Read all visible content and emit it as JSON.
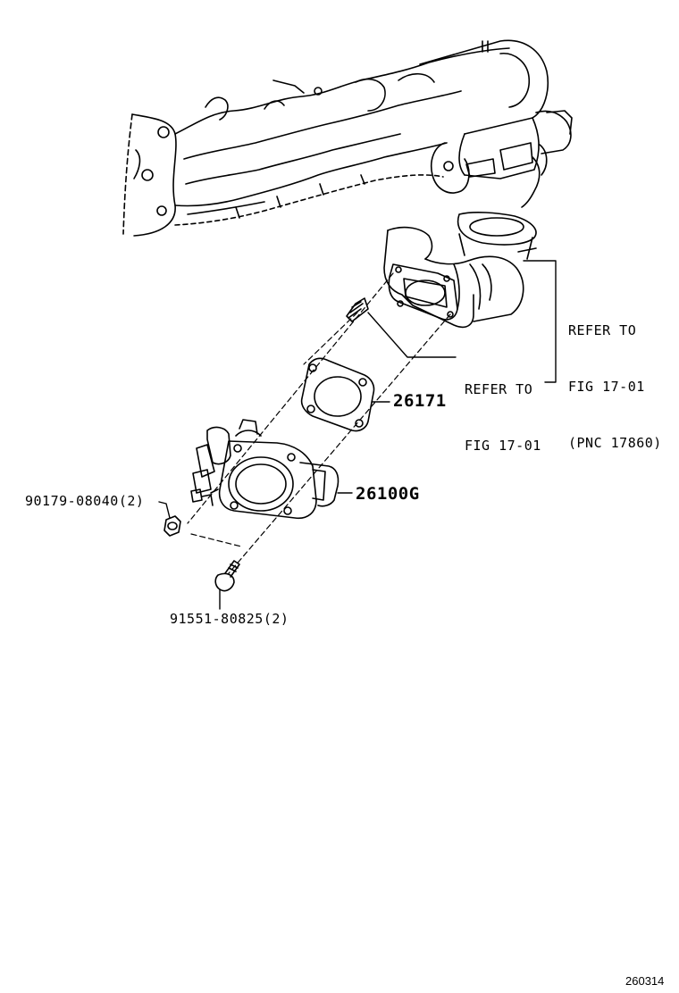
{
  "diagram": {
    "callouts": {
      "refer_upper": [
        "REFER TO",
        "FIG 17-01",
        "(PNC 17860)"
      ],
      "refer_lower": [
        "REFER TO",
        "FIG 17-01"
      ],
      "gasket": "26171",
      "throttle_body": "26100G",
      "nut": "90179-08040(2)",
      "bolt": "91551-80825(2)"
    },
    "figure_id": "260314",
    "colors": {
      "line": "#000000",
      "background": "#ffffff"
    }
  }
}
